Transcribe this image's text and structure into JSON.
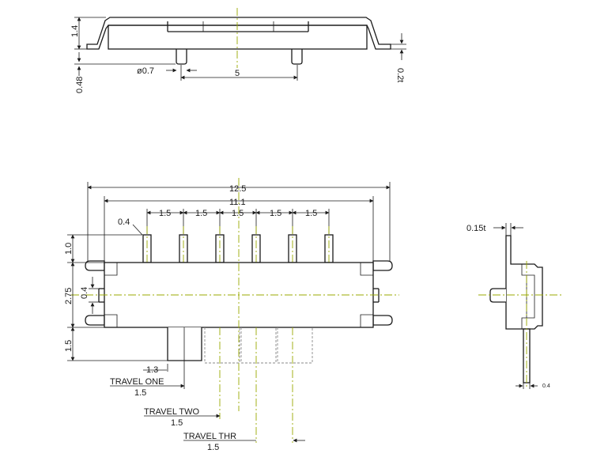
{
  "dimensions": {
    "side_height": "1.4",
    "side_pin_height": "0.48",
    "pin_diameter": "ø0.7",
    "pin_spacing": "5",
    "lead_thickness_top": "0.2t",
    "overall_length": "12.5",
    "body_length": "11.1",
    "pin_width": "0.4",
    "pin_pitch": [
      "1.5",
      "1.5",
      "1.5",
      "1.5",
      "1.5"
    ],
    "pin_length": "1.0",
    "body_height": "2.75",
    "center_offset": "0.4",
    "actuator_height": "1.5",
    "actuator_width": "1.3",
    "lead_thickness_end": "0.15t",
    "end_pin_width": "0.4"
  },
  "travel": [
    {
      "label": "TRAVEL ONE",
      "value": "1.5"
    },
    {
      "label": "TRAVEL TWO",
      "value": "1.5"
    },
    {
      "label": "TRAVEL THR",
      "value": "1.5"
    }
  ]
}
